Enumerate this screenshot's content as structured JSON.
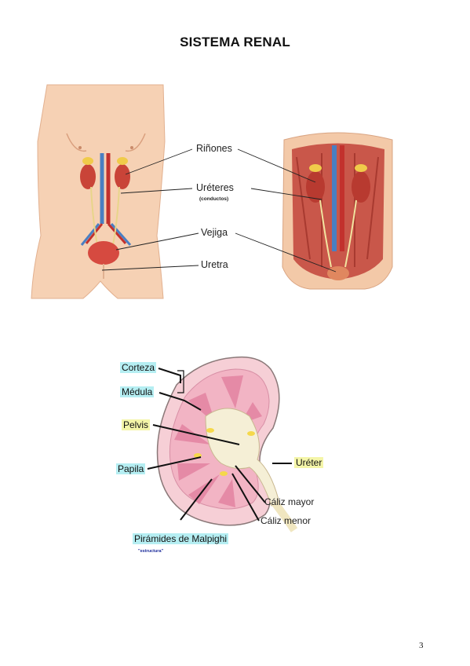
{
  "title": "SISTEMA RENAL",
  "body_labels": {
    "rinones": "Riñones",
    "ureteres": "Uréteres",
    "ureteres_note": "(conductos)",
    "vejiga": "Vejiga",
    "uretra": "Uretra"
  },
  "kidney_labels": {
    "corteza": "Corteza",
    "medula": "Médula",
    "pelvis": "Pelvis",
    "papila": "Papila",
    "ureter": "Uréter",
    "caliz_mayor": "Cáliz mayor",
    "caliz_menor": "Cáliz menor",
    "piramides": "Pirámides de Malpighi",
    "piramides_note": "\"estructura\""
  },
  "highlight_colors": {
    "cyan": "#b5eef2",
    "yellow": "#f4f5a8"
  },
  "page_number": "3"
}
